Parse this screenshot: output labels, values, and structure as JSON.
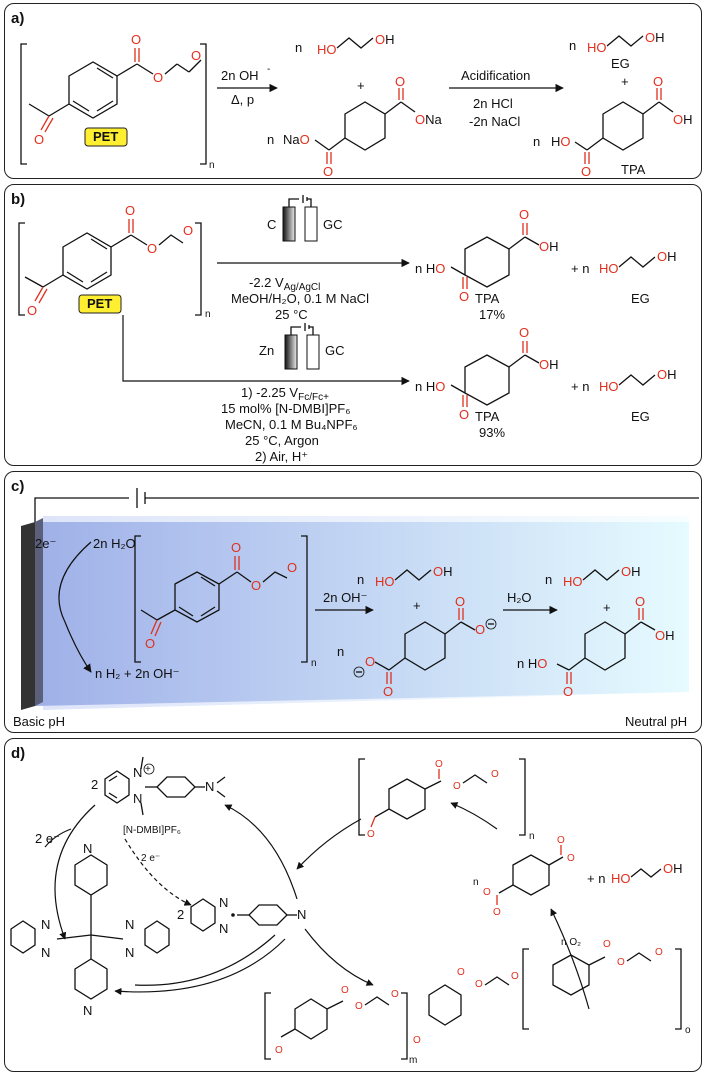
{
  "panels": {
    "a": {
      "label": "a)",
      "pet": "PET",
      "n": "n",
      "reagent": "2n OH",
      "reagent_sup": "-",
      "conditions": "Δ, p",
      "plus": "+",
      "product_eg_n": "n",
      "product_na_n": "n",
      "na_left": "Na",
      "na_right": "Na",
      "acidification": "Acidification",
      "hcl": "2n HCl",
      "nacl": "-2n NaCl",
      "eg": "EG",
      "tpa": "TPA",
      "oh": "OH",
      "ho": "HO"
    },
    "b": {
      "label": "b)",
      "pet": "PET",
      "n": "n",
      "electrode_c": "C",
      "electrode_gc": "GC",
      "electrode_zn": "Zn",
      "cond1_potential": "-2.2 V",
      "cond1_sub": "Ag/AgCl",
      "cond1_solvent": "MeOH/H₂O, 0.1 M NaCl",
      "cond1_temp": "25 °C",
      "cond2_potential": "1) -2.25 V",
      "cond2_sub": "Fc/Fc+",
      "cond2_cat": "15 mol% [N-DMBI]PF₆",
      "cond2_solvent": "MeCN, 0.1 M Bu₄NPF₆",
      "cond2_temp": "25 °C, Argon",
      "cond2_workup": "2) Air, H⁺",
      "tpa": "TPA",
      "yield1": "17%",
      "yield2": "93%",
      "eg": "EG",
      "plus": "+",
      "ho": "HO",
      "oh": "OH"
    },
    "c": {
      "label": "c)",
      "electrons": "2e⁻",
      "water": "2n H₂O",
      "h2": "n H₂ + 2n OH⁻",
      "basic": "Basic pH",
      "neutral": "Neutral pH",
      "reagent": "2n OH⁻",
      "water2": "H₂O",
      "n": "n",
      "plus": "+",
      "ho": "HO",
      "oh": "OH"
    },
    "d": {
      "label": "d)",
      "two": "2",
      "salt": "[N-DMBI]PF₆",
      "e_left": "2 e⁻",
      "e_mid": "2 e⁻",
      "o2": "n O₂",
      "n": "n",
      "m": "m",
      "o": "o",
      "plus_eg": "+ n",
      "ho": "HO",
      "oh": "OH",
      "N": "N"
    }
  },
  "colors": {
    "accent_red": "#e0301e",
    "pet_badge": "#ffef30",
    "gradient_left": "#9fb0e8",
    "gradient_right": "#e6fbff"
  }
}
